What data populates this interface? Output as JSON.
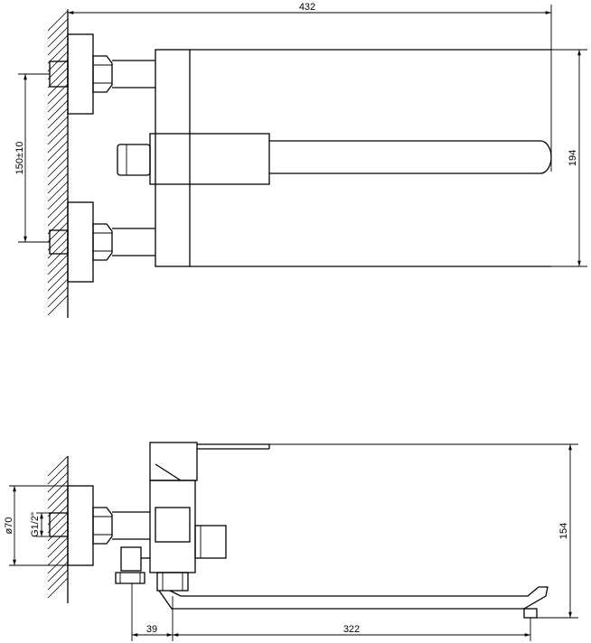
{
  "top_view": {
    "dim_overall_length": "432",
    "dim_inlet_spacing": "150±10",
    "dim_height": "194"
  },
  "side_view": {
    "dim_flange_diameter": "ø70",
    "dim_thread": "G1/2\"",
    "dim_spout_height": "154",
    "dim_offset": "39",
    "dim_spout_length": "322"
  }
}
